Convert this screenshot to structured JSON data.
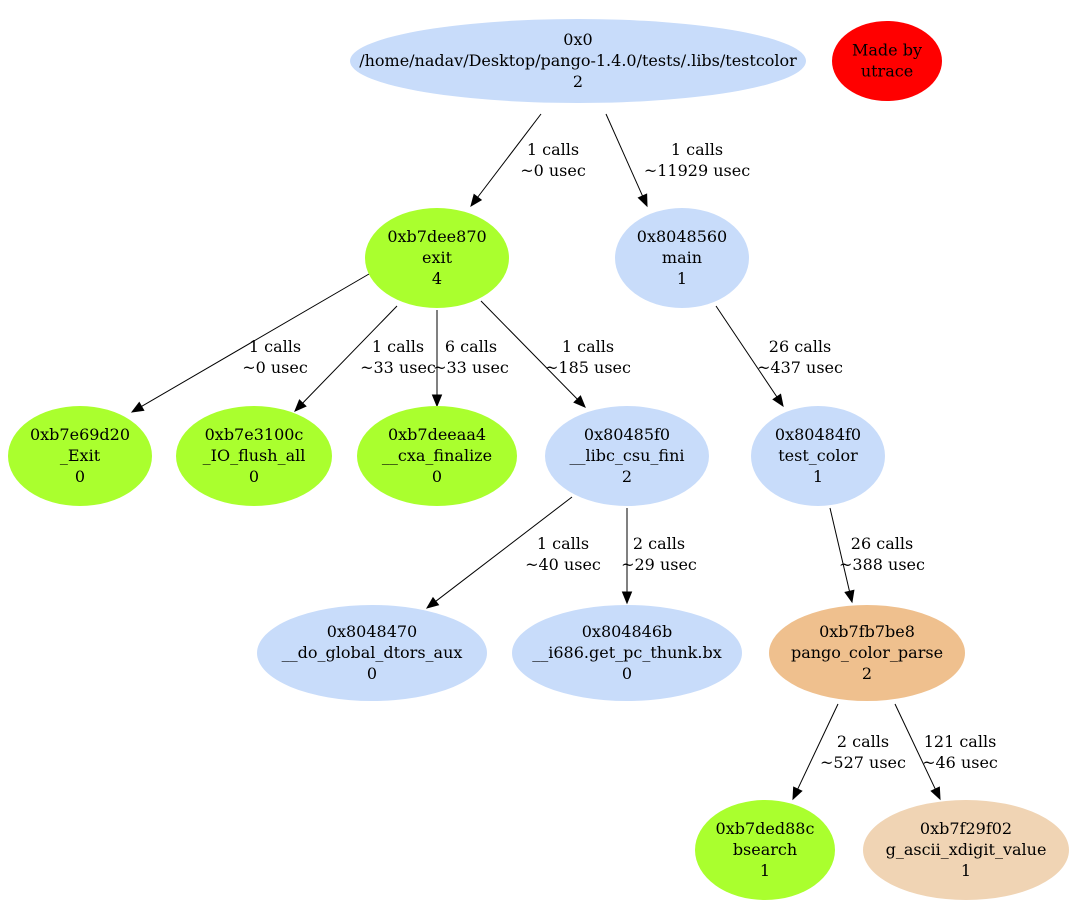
{
  "colors": {
    "blue": "#c8dcfa",
    "green": "#aaff2e",
    "orange": "#efc08e",
    "peach": "#f0d4b4",
    "red": "#ff0000"
  },
  "nodes": [
    {
      "id": "root",
      "color": "blue",
      "addr": "0x0",
      "name": "/home/nadav/Desktop/pango-1.4.0/tests/.libs/testcolor",
      "count": "2"
    },
    {
      "id": "badge",
      "color": "red",
      "addr": "Made by",
      "name": "utrace",
      "count": ""
    },
    {
      "id": "exit",
      "color": "green",
      "addr": "0xb7dee870",
      "name": "exit",
      "count": "4"
    },
    {
      "id": "main",
      "color": "blue",
      "addr": "0x8048560",
      "name": "main",
      "count": "1"
    },
    {
      "id": "Exit",
      "color": "green",
      "addr": "0xb7e69d20",
      "name": "_Exit",
      "count": "0"
    },
    {
      "id": "ioflush",
      "color": "green",
      "addr": "0xb7e3100c",
      "name": "_IO_flush_all",
      "count": "0"
    },
    {
      "id": "cxa",
      "color": "green",
      "addr": "0xb7deeaa4",
      "name": "__cxa_finalize",
      "count": "0"
    },
    {
      "id": "csufini",
      "color": "blue",
      "addr": "0x80485f0",
      "name": "__libc_csu_fini",
      "count": "2"
    },
    {
      "id": "testcolor",
      "color": "blue",
      "addr": "0x80484f0",
      "name": "test_color",
      "count": "1"
    },
    {
      "id": "dtors",
      "color": "blue",
      "addr": "0x8048470",
      "name": "__do_global_dtors_aux",
      "count": "0"
    },
    {
      "id": "thunk",
      "color": "blue",
      "addr": "0x804846b",
      "name": "__i686.get_pc_thunk.bx",
      "count": "0"
    },
    {
      "id": "parse",
      "color": "orange",
      "addr": "0xb7fb7be8",
      "name": "pango_color_parse",
      "count": "2"
    },
    {
      "id": "bsearch",
      "color": "green",
      "addr": "0xb7ded88c",
      "name": "bsearch",
      "count": "1"
    },
    {
      "id": "xdigit",
      "color": "peach",
      "addr": "0xb7f29f02",
      "name": "g_ascii_xdigit_value",
      "count": "1"
    }
  ],
  "edges": [
    {
      "from": "root",
      "to": "exit",
      "calls": "1 calls",
      "time": "~0 usec"
    },
    {
      "from": "root",
      "to": "main",
      "calls": "1 calls",
      "time": "~11929 usec"
    },
    {
      "from": "exit",
      "to": "Exit",
      "calls": "1 calls",
      "time": "~0 usec"
    },
    {
      "from": "exit",
      "to": "ioflush",
      "calls": "1 calls",
      "time": "~33 usec"
    },
    {
      "from": "exit",
      "to": "cxa",
      "calls": "6 calls",
      "time": "~33 usec"
    },
    {
      "from": "exit",
      "to": "csufini",
      "calls": "1 calls",
      "time": "~185 usec"
    },
    {
      "from": "main",
      "to": "testcolor",
      "calls": "26 calls",
      "time": "~437 usec"
    },
    {
      "from": "csufini",
      "to": "dtors",
      "calls": "1 calls",
      "time": "~40 usec"
    },
    {
      "from": "csufini",
      "to": "thunk",
      "calls": "2 calls",
      "time": "~29 usec"
    },
    {
      "from": "testcolor",
      "to": "parse",
      "calls": "26 calls",
      "time": "~388 usec"
    },
    {
      "from": "parse",
      "to": "bsearch",
      "calls": "2 calls",
      "time": "~527 usec"
    },
    {
      "from": "parse",
      "to": "xdigit",
      "calls": "121 calls",
      "time": "~46 usec"
    }
  ]
}
